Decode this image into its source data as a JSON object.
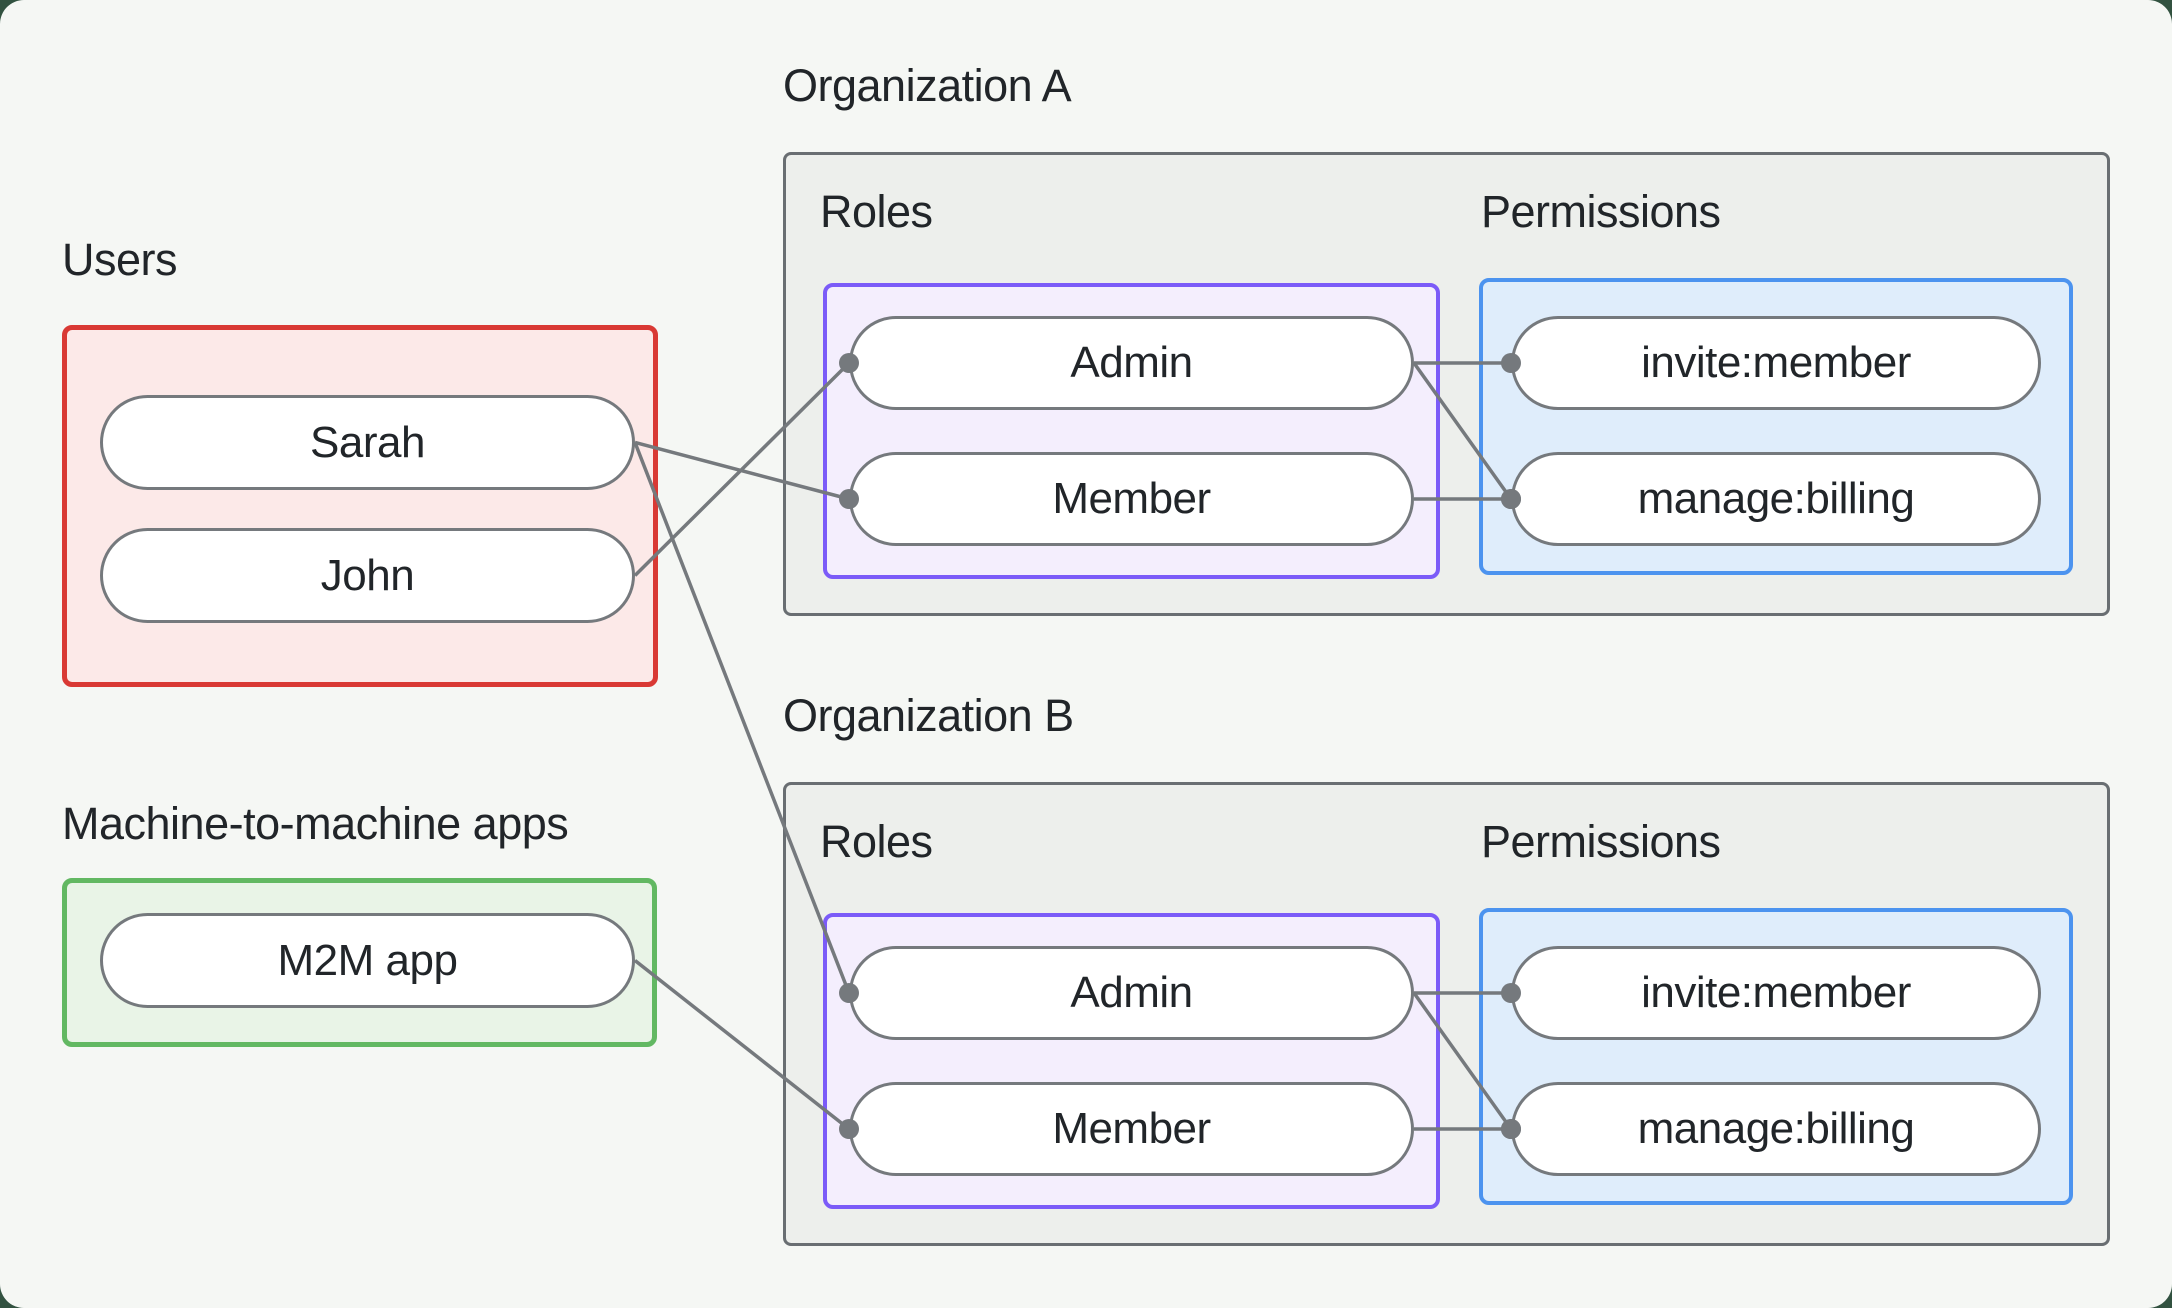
{
  "sections": {
    "users": {
      "title": "Users",
      "items": [
        {
          "id": "sarah",
          "label": "Sarah"
        },
        {
          "id": "john",
          "label": "John"
        }
      ]
    },
    "m2m": {
      "title": "Machine-to-machine apps",
      "items": [
        {
          "id": "m2m_app",
          "label": "M2M app"
        }
      ]
    },
    "orgs": [
      {
        "id": "orgA",
        "title": "Organization A",
        "roles_label": "Roles",
        "permissions_label": "Permissions",
        "roles": [
          {
            "id": "orgA.admin",
            "label": "Admin"
          },
          {
            "id": "orgA.member",
            "label": "Member"
          }
        ],
        "permissions": [
          {
            "id": "orgA.invite",
            "label": "invite:member"
          },
          {
            "id": "orgA.manage",
            "label": "manage:billing"
          }
        ]
      },
      {
        "id": "orgB",
        "title": "Organization B",
        "roles_label": "Roles",
        "permissions_label": "Permissions",
        "roles": [
          {
            "id": "orgB.admin",
            "label": "Admin"
          },
          {
            "id": "orgB.member",
            "label": "Member"
          }
        ],
        "permissions": [
          {
            "id": "orgB.invite",
            "label": "invite:member"
          },
          {
            "id": "orgB.manage",
            "label": "manage:billing"
          }
        ]
      }
    ]
  },
  "edges": [
    {
      "from": "sarah",
      "to": "orgA.member"
    },
    {
      "from": "john",
      "to": "orgA.admin"
    },
    {
      "from": "sarah",
      "to": "orgB.admin"
    },
    {
      "from": "m2m_app",
      "to": "orgB.member"
    },
    {
      "from": "orgA.admin",
      "to": "orgA.invite"
    },
    {
      "from": "orgA.admin",
      "to": "orgA.manage"
    },
    {
      "from": "orgA.member",
      "to": "orgA.manage"
    },
    {
      "from": "orgB.admin",
      "to": "orgB.invite"
    },
    {
      "from": "orgB.admin",
      "to": "orgB.manage"
    },
    {
      "from": "orgB.member",
      "to": "orgB.manage"
    }
  ],
  "style": {
    "page_bg": "#325240",
    "card_bg": "#F5F7F4",
    "text": "#212529",
    "line": "#75797D",
    "dot": "#75797D",
    "pill_border": "#75797D",
    "pill_fill": "#FFFFFF",
    "org_border": "#696E72",
    "org_fill": "#EDEFEC",
    "users_border": "#D93934",
    "users_fill": "#FCE9E8",
    "m2m_border": "#62B862",
    "m2m_fill": "#E9F4E7",
    "roles_border": "#7B5BF8",
    "roles_fill": "#F4EEFD",
    "perms_border": "#4C93EF",
    "perms_fill": "#DFEDFB"
  }
}
